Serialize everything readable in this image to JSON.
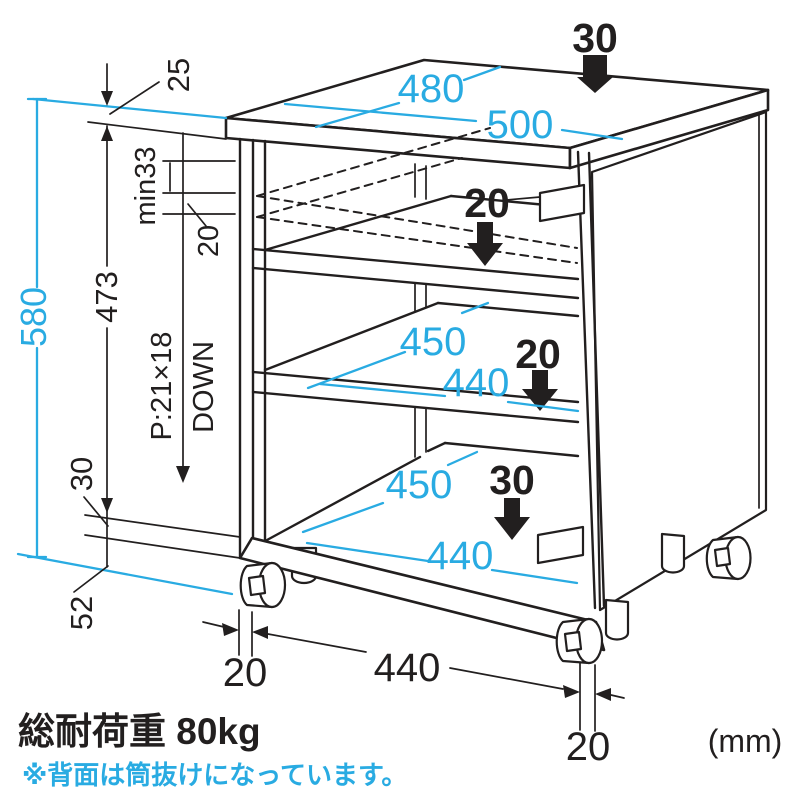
{
  "colors": {
    "accent_cyan": "#29abe2",
    "ink_black": "#221f1f"
  },
  "diagram": {
    "top": {
      "load_arrow": "30",
      "depth": "480",
      "width": "500"
    },
    "interior": {
      "gap_top": "20",
      "gap_mid": "20",
      "gap_bottom": "30",
      "shelf_mid": {
        "depth": "450",
        "width": "440"
      },
      "shelf_bottom": {
        "depth": "450",
        "width": "440"
      }
    },
    "left_dims": {
      "top_thickness": "25",
      "min_gap": "min33",
      "pitch_step": "20",
      "total_height": "580",
      "inner_height": "473",
      "pitch": "P:21×18",
      "pitch_direction": "DOWN",
      "base_height": "30",
      "caster_height": "52"
    },
    "bottom_dims": {
      "left_offset": "20",
      "width": "440",
      "right_offset": "20"
    },
    "unit": "(mm)",
    "notes": {
      "load": "総耐荷重 80kg",
      "back": "※背面は筒抜けになっています。"
    }
  }
}
